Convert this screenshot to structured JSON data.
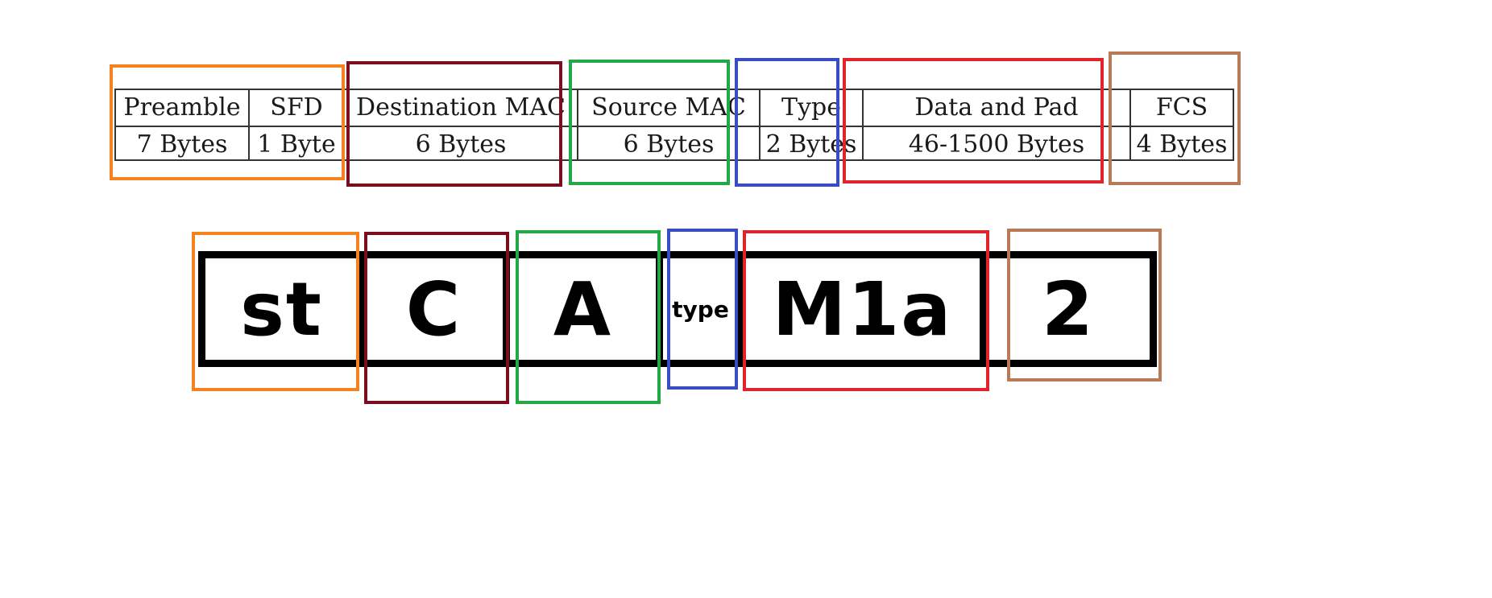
{
  "frame_table": {
    "columns": [
      {
        "header": "Preamble",
        "size": "7 Bytes"
      },
      {
        "header": "SFD",
        "size": "1 Byte"
      },
      {
        "header": "Destination MAC",
        "size": "6 Bytes"
      },
      {
        "header": "Source MAC",
        "size": "6 Bytes"
      },
      {
        "header": "Type",
        "size": "2 Bytes"
      },
      {
        "header": "Data and Pad",
        "size": "46-1500 Bytes"
      },
      {
        "header": "FCS",
        "size": "4 Bytes"
      }
    ]
  },
  "frame_bar": {
    "cells": [
      "st",
      "C",
      "A",
      "type",
      "M1a",
      "2"
    ]
  },
  "colors": {
    "orange": "#f5821f",
    "maroon": "#7b0d1e",
    "green": "#22a846",
    "blue": "#3a4cc4",
    "red": "#e0242b",
    "brown": "#b97b55"
  }
}
